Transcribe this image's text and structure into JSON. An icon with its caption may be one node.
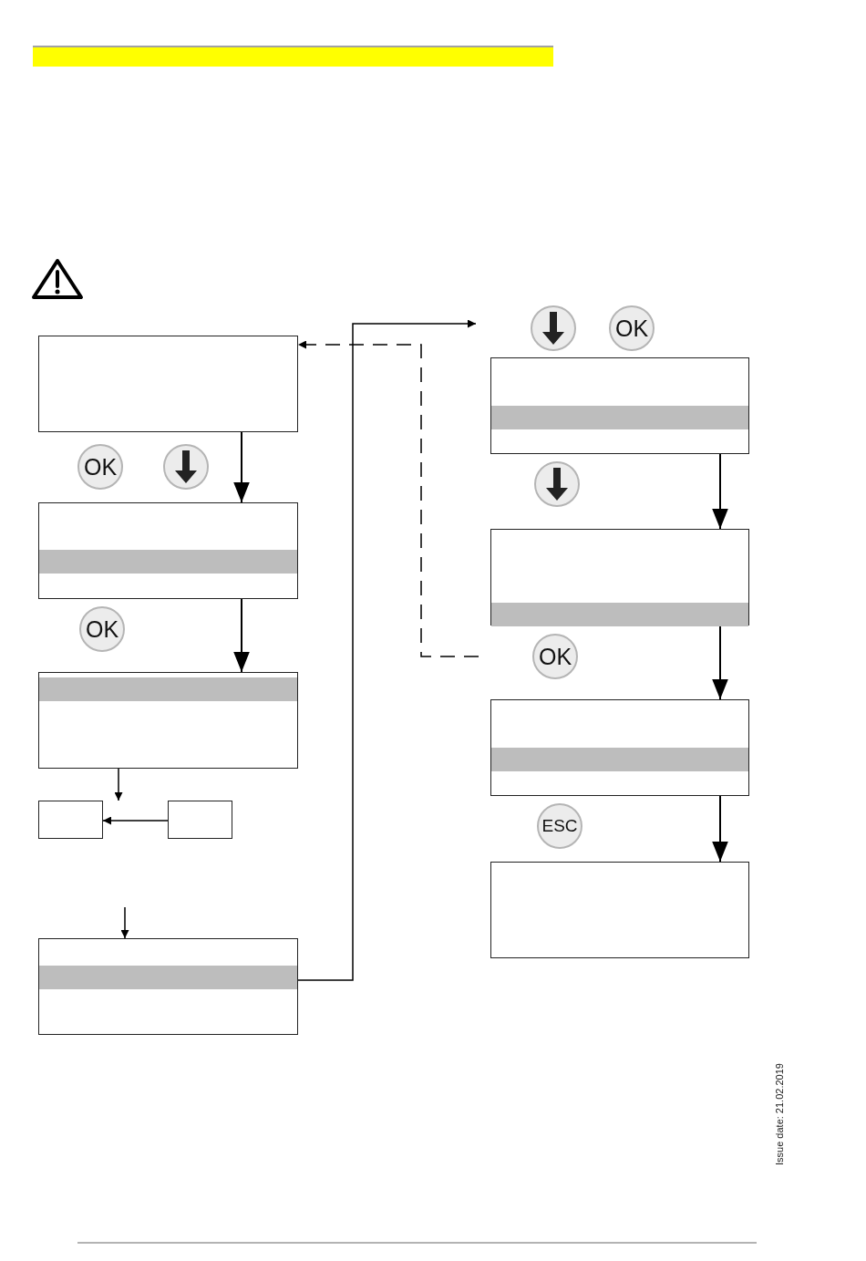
{
  "diagram": {
    "nodes": [
      {
        "text": [],
        "shape": "box"
      },
      {
        "text": [
          "OK"
        ]
      },
      {
        "text": [],
        "shape": "circle"
      },
      {
        "text": [],
        "shape": "box"
      },
      {
        "text": [
          "OK"
        ]
      },
      {
        "text": [],
        "shape": "box"
      },
      {
        "text": [],
        "shape": "box"
      },
      {
        "text": [],
        "shape": "box"
      },
      {
        "text": [],
        "shape": "box"
      },
      {
        "text": [],
        "shape": "circle"
      },
      {
        "text": [
          "OK"
        ]
      },
      {
        "text": [],
        "shape": "box"
      },
      {
        "text": [],
        "shape": "circle"
      },
      {
        "text": [],
        "shape": "box"
      },
      {
        "text": [
          "OK"
        ]
      },
      {
        "text": [],
        "shape": "box"
      },
      {
        "text": [
          "ESC"
        ]
      },
      {
        "text": [],
        "shape": "box"
      }
    ],
    "edges": [
      {
        "from": 0,
        "to": 3,
        "arrow": "to"
      },
      {
        "from": 3,
        "to": 5,
        "arrow": "to"
      },
      {
        "from": 5,
        "to": 6,
        "arrow": "to"
      },
      {
        "from": 7,
        "to": 6,
        "arrow": "to"
      },
      {
        "from": null,
        "to": 8,
        "arrow": "to"
      },
      {
        "from": 8,
        "to": null,
        "arrow": "to"
      },
      {
        "from": null,
        "to": 0,
        "arrow": "to",
        "style": "dashed"
      },
      {
        "from": 11,
        "to": 13,
        "arrow": "to"
      },
      {
        "from": 13,
        "to": 15,
        "arrow": "to"
      },
      {
        "from": 15,
        "to": 17,
        "arrow": "to"
      }
    ],
    "labels": [
      "Issue date: 21.02.2019"
    ]
  }
}
